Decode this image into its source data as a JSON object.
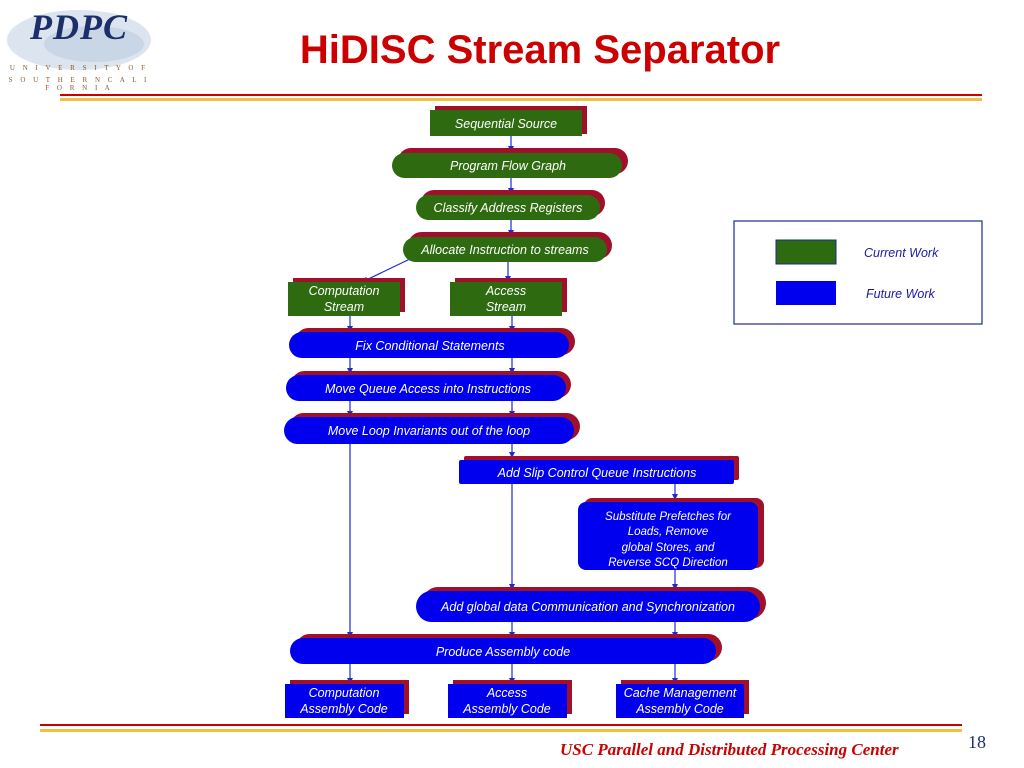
{
  "logo": {
    "wordmark": "PDPC",
    "line1": "U N I V E R S I T Y   O F",
    "line2": "S O U T H E R N   C A L I F O R N I A"
  },
  "title": "HiDISC Stream Separator",
  "colors": {
    "current": "#2e6b10",
    "future": "#0000ee",
    "shadow": "#a0102a",
    "arrow": "#1a2ad8",
    "title": "#cc0000"
  },
  "nodes": {
    "sequential_source": "Sequential Source",
    "program_flow_graph": "Program Flow Graph",
    "classify_address_registers": "Classify Address Registers",
    "allocate_instruction": "Allocate Instruction to streams",
    "computation_stream": [
      "Computation",
      "Stream"
    ],
    "access_stream": [
      "Access",
      "Stream"
    ],
    "fix_conditional": "Fix Conditional Statements",
    "move_queue_access": "Move Queue Access into Instructions",
    "move_loop_invariants": "Move Loop Invariants out of the loop",
    "add_slip_control": "Add Slip Control Queue Instructions",
    "substitute_prefetches": [
      "Substitute Prefetches for",
      "Loads, Remove",
      "global Stores, and",
      "Reverse SCQ Direction"
    ],
    "add_global_data": "Add global data Communication and Synchronization",
    "produce_assembly": "Produce Assembly code",
    "computation_assembly": [
      "Computation",
      "Assembly Code"
    ],
    "access_assembly": [
      "Access",
      "Assembly Code"
    ],
    "cache_assembly": [
      "Cache Management",
      "Assembly Code"
    ]
  },
  "legend": {
    "current_work": "Current Work",
    "future_work": "Future Work"
  },
  "footer": {
    "text": "USC Parallel and Distributed Processing Center",
    "page_number": "18"
  }
}
